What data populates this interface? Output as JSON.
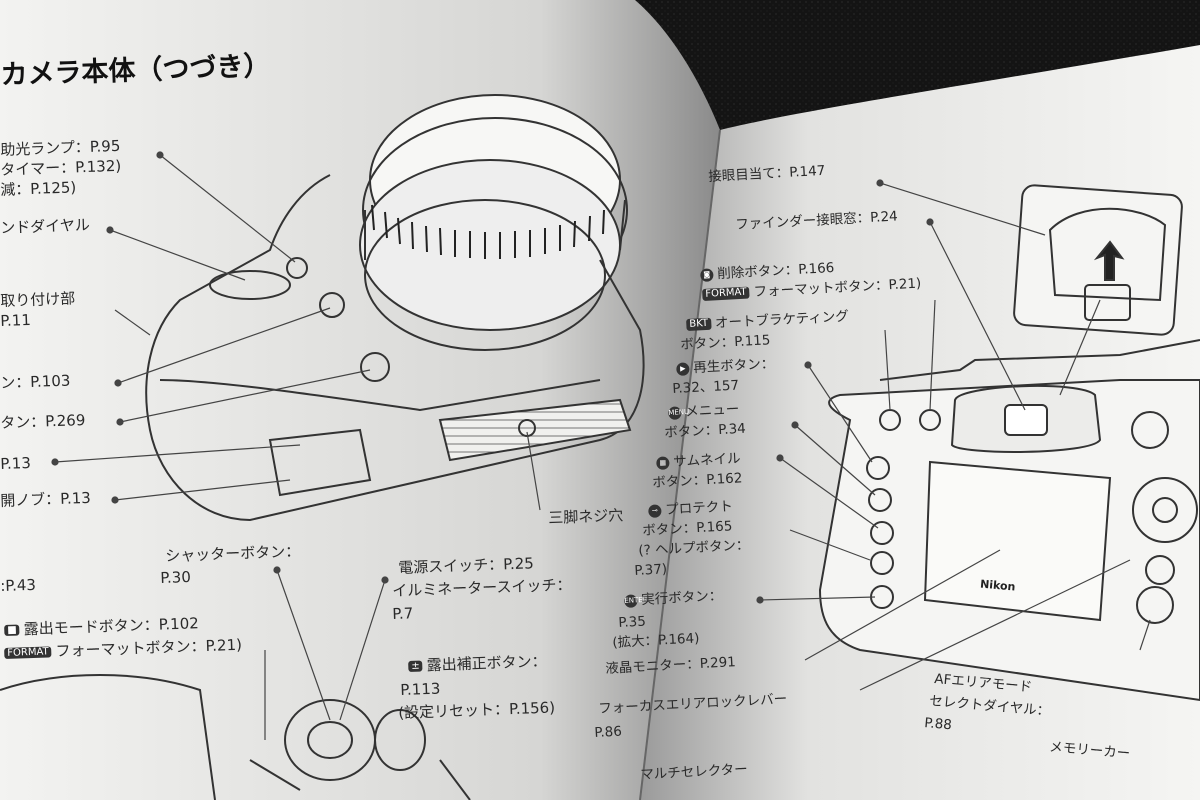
{
  "page": {
    "heading": "カメラ本体（つづき）",
    "left_labels": {
      "l1a": "助光ランプ：P.95",
      "l1b": "タイマー：P.132)",
      "l1c": "減：P.125)",
      "l2": "ンドダイヤル",
      "l3a": "取り付け部",
      "l3b": "P.11",
      "l4": "ン：P.103",
      "l5": "タン：P.269",
      "l6": "P.13",
      "l7": "開ノブ：P.13",
      "l8": ":P.43",
      "shutter_a": "シャッターボタン：",
      "shutter_b": "P.30",
      "power_a": "電源スイッチ：P.25",
      "power_b": "イルミネータースイッチ：",
      "power_c": "P.7",
      "mode_a": "露出モードボタン：P.102",
      "mode_b": "フォーマットボタン：P.21)",
      "exp_a": "露出補正ボタン：",
      "exp_b": "P.113",
      "exp_c": "(設定リセット：P.156)",
      "tripod": "三脚ネジ穴"
    },
    "right_labels": {
      "eyepiece": "接眼目当て：P.147",
      "finder": "ファインダー接眼窓：P.24",
      "delete": "削除ボタン：P.166",
      "format": "フォーマットボタン：P.21)",
      "bkt_a": "オートブラケティング",
      "bkt_b": "ボタン：P.115",
      "play_a": "再生ボタン：",
      "play_b": "P.32、157",
      "menu_a": "メニュー",
      "menu_b": "ボタン：P.34",
      "thumb_a": "サムネイル",
      "thumb_b": "ボタン：P.162",
      "prot_a": "プロテクト",
      "prot_b": "ボタン：P.165",
      "prot_c": "(? ヘルプボタン：",
      "prot_d": "P.37)",
      "enter_a": "実行ボタン：",
      "enter_b": "P.35",
      "enter_c": "(拡大：P.164)",
      "lcd": "液晶モニター：P.291",
      "focus": "フォーカスエリアロックレバー",
      "focus_p": "P.86",
      "af_a": "AFエリアモード",
      "af_b": "セレクトダイヤル：",
      "af_c": "P.88",
      "memory": "メモリーカー",
      "multi": "マルチセレクター"
    },
    "brand": "Nikon",
    "badges": {
      "bkt": "BKT",
      "menu": "MENU",
      "enter": "ENTER",
      "format": "FORMAT"
    }
  },
  "colors": {
    "background": "#111111",
    "paper": "#f4f4f2",
    "ink": "#2a2a2a"
  }
}
